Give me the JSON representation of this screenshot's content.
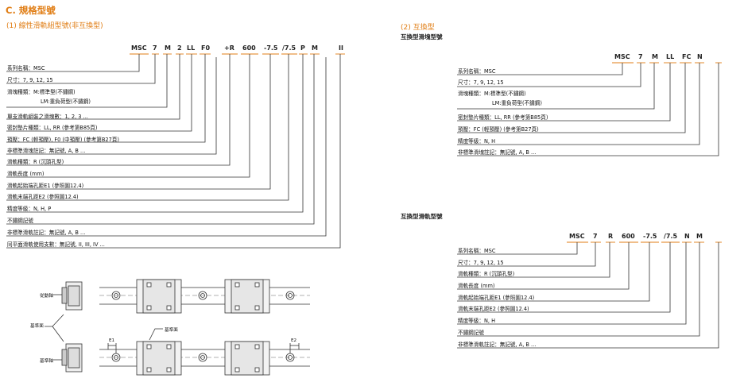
{
  "section_title": "C. 規格型號",
  "left": {
    "subtitle": "(1) 線性滑軌組型號(非互換型)",
    "code_parts": [
      "MSC",
      "7",
      "M",
      "2",
      "LL",
      "F0",
      "+R",
      "600",
      "-7.5",
      "/7.5",
      "P",
      "M",
      "II"
    ],
    "rows": [
      "系列名稱：MSC",
      "尺寸：7, 9, 12, 15",
      "滑塊種類：M:標準型(不鏽鋼)",
      "LM:重負荷型(不鏽鋼)",
      "單支滑軌組裝之滑塊數：1, 2, 3 ...",
      "密封墊片種類：LL, RR (參考第B85頁)",
      "預壓：FC (輕預壓), F0 (中預壓) (參考第B27頁)",
      "非標準滑塊註記：無記號, A, B ...",
      "滑軌種類：R (沉頭孔型)",
      "滑軌長度 (mm)",
      "滑軌起始端孔距E1 (參照圖12.4)",
      "滑軌末端孔距E2 (參照圖12.4)",
      "精度等級：N, H, P",
      "不鏽鋼記號",
      "非標準滑軌註記：無記號, A, B ...",
      "同平面滑軌使用支數：無記號, II, III, IV ..."
    ]
  },
  "right": {
    "subtitle": "(2) 互換型",
    "block_title": "互換型滑塊型號",
    "block_code": [
      "MSC",
      "7",
      "M",
      "LL",
      "FC",
      "N"
    ],
    "block_rows": [
      "系列名稱：MSC",
      "尺寸：7, 9, 12, 15",
      "滑塊種類：M:標準型(不鏽鋼)",
      "LM:重負荷型(不鏽鋼)",
      "密封墊片種類：LL, RR (參考第B85頁)",
      "預壓：FC (輕預壓) (參考第B27頁)",
      "精度等級：N, H",
      "非標準滑塊註記：無記號, A, B ..."
    ],
    "rail_title": "互換型滑軌型號",
    "rail_code": [
      "MSC",
      "7",
      "R",
      "600",
      "-7.5",
      "/7.5",
      "N",
      "M"
    ],
    "rail_rows": [
      "系列名稱：MSC",
      "尺寸：7, 9, 12, 15",
      "滑軌種類：R (沉頭孔型)",
      "滑軌長度 (mm)",
      "滑軌起始端孔距E1 (參照圖12.4)",
      "滑軌末端孔距E2 (參照圖12.4)",
      "精度等級：N, H",
      "不鏽鋼記號",
      "非標準滑軌註記：無記號, A, B ..."
    ]
  },
  "drawing": {
    "label_moving": "從動軸",
    "label_ref": "基準面",
    "label_ref2": "基準面",
    "label_ref3": "基準軸",
    "e1": "E1",
    "e2": "E2"
  },
  "colors": {
    "accent": "#e07d14"
  }
}
